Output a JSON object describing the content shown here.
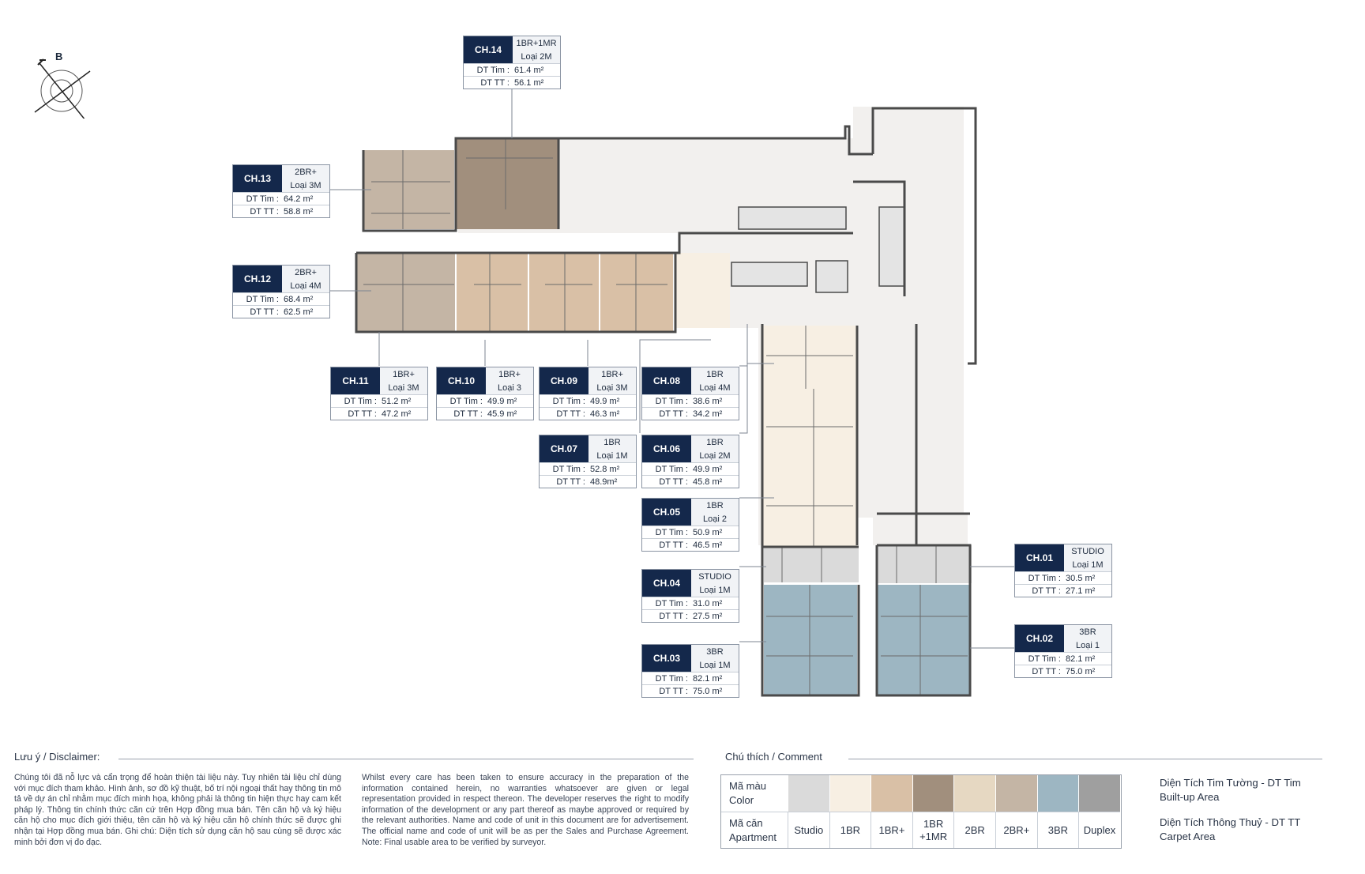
{
  "compass": {
    "north_letter": "B"
  },
  "units": [
    {
      "code": "CH.14",
      "type": "1BR+1MR",
      "layout": "Loại 2M",
      "built_up": "61.4 m²",
      "carpet": "56.1 m²"
    },
    {
      "code": "CH.13",
      "type": "2BR+",
      "layout": "Loại 3M",
      "built_up": "64.2 m²",
      "carpet": "58.8 m²"
    },
    {
      "code": "CH.12",
      "type": "2BR+",
      "layout": "Loại 4M",
      "built_up": "68.4 m²",
      "carpet": "62.5 m²"
    },
    {
      "code": "CH.11",
      "type": "1BR+",
      "layout": "Loại 3M",
      "built_up": "51.2 m²",
      "carpet": "47.2 m²"
    },
    {
      "code": "CH.10",
      "type": "1BR+",
      "layout": "Loại 3",
      "built_up": "49.9 m²",
      "carpet": "45.9 m²"
    },
    {
      "code": "CH.09",
      "type": "1BR+",
      "layout": "Loại 3M",
      "built_up": "49.9 m²",
      "carpet": "46.3 m²"
    },
    {
      "code": "CH.08",
      "type": "1BR",
      "layout": "Loại 4M",
      "built_up": "38.6 m²",
      "carpet": "34.2 m²"
    },
    {
      "code": "CH.07",
      "type": "1BR",
      "layout": "Loại 1M",
      "built_up": "52.8 m²",
      "carpet": "48.9m²"
    },
    {
      "code": "CH.06",
      "type": "1BR",
      "layout": "Loại 2M",
      "built_up": "49.9 m²",
      "carpet": "45.8 m²"
    },
    {
      "code": "CH.05",
      "type": "1BR",
      "layout": "Loại 2",
      "built_up": "50.9 m²",
      "carpet": "46.5 m²"
    },
    {
      "code": "CH.04",
      "type": "STUDIO",
      "layout": "Loại 1M",
      "built_up": "31.0 m²",
      "carpet": "27.5 m²"
    },
    {
      "code": "CH.03",
      "type": "3BR",
      "layout": "Loại 1M",
      "built_up": "82.1 m²",
      "carpet": "75.0 m²"
    },
    {
      "code": "CH.01",
      "type": "STUDIO",
      "layout": "Loại 1M",
      "built_up": "30.5 m²",
      "carpet": "27.1 m²"
    },
    {
      "code": "CH.02",
      "type": "3BR",
      "layout": "Loại 1",
      "built_up": "82.1 m²",
      "carpet": "75.0 m²"
    }
  ],
  "labels": {
    "built_up_short": "DT Tim :",
    "carpet_short": "DT TT :"
  },
  "disclaimer": {
    "title": "Lưu ý / Disclaimer:",
    "vi": "Chúng tôi đã nỗ lực và cẩn trọng để hoàn thiện tài liệu này. Tuy nhiên tài liệu chỉ dùng với mục đích tham khảo. Hình ảnh, sơ đồ kỹ thuật, bố trí nội ngoại thất hay thông tin mô tả về dự án chỉ nhằm mục đích minh họa, không phải là thông tin hiện thực hay cam kết pháp lý. Thông tin chính thức căn cứ trên Hợp đồng mua bán. Tên căn hộ và ký hiệu căn hộ cho mục đích giới thiệu, tên căn hộ và ký hiệu căn hộ chính thức sẽ được ghi nhận tại Hợp đồng mua bán. Ghi chú: Diện tích sử dụng căn hộ sau cùng sẽ được xác minh bởi đơn vị đo đạc.",
    "en": "Whilst every care has been taken to ensure accuracy in the preparation of the information contained herein, no warranties whatsoever are given or legal representation provided in respect thereon. The developer reserves the right to modify information of the development or any part thereof as maybe approved or required by the relevant authorities. Name and code of unit in this document are for advertisement. The official name and code of unit will be as per the Sales and Purchase Agreement. Note: Final usable area to be verified by surveyor."
  },
  "legend": {
    "title": "Chú thích / Comment",
    "color_header": "Mã màu Color",
    "apartment_header": "Mã căn Apartment",
    "items": [
      {
        "label": "Studio",
        "color": "#dadada"
      },
      {
        "label": "1BR",
        "color": "#f7efe3"
      },
      {
        "label": "1BR+",
        "color": "#d9c0a6"
      },
      {
        "label": "1BR +1MR",
        "color": "#a18f7d"
      },
      {
        "label": "2BR",
        "color": "#e6d8c2"
      },
      {
        "label": "2BR+",
        "color": "#c4b5a5"
      },
      {
        "label": "3BR",
        "color": "#9db6c2"
      },
      {
        "label": "Duplex",
        "color": "#9f9f9f"
      }
    ],
    "def_builtup": "Diện Tích Tim Tường - DT Tim Built-up Area",
    "def_carpet": "Diện Tích Thông Thuỷ - DT TT Carpet Area"
  },
  "colors": {
    "navy": "#14284b",
    "wall": "#4a4a4a",
    "corridor": "#f2f0ee"
  }
}
